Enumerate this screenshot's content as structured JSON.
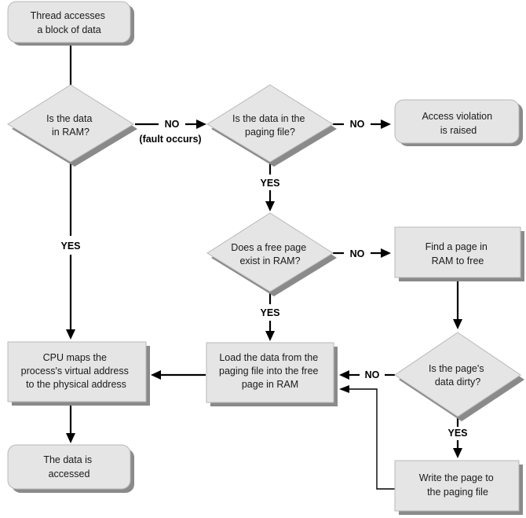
{
  "nodes": {
    "start": [
      "Thread accesses",
      "a block of data"
    ],
    "in_ram": [
      "Is the data",
      "in RAM?"
    ],
    "in_paging_file": [
      "Is the data in the",
      "paging file?"
    ],
    "access_violation": [
      "Access violation",
      "is raised"
    ],
    "free_page_exists": [
      "Does a free page",
      "exist in RAM?"
    ],
    "find_page": [
      "Find a page in",
      "RAM to free"
    ],
    "cpu_maps": [
      "CPU maps the",
      "process's virtual address",
      "to the physical address"
    ],
    "load_data": [
      "Load the data from the",
      "paging file into the free",
      "page in RAM"
    ],
    "page_dirty": [
      "Is the page's",
      "data dirty?"
    ],
    "accessed": [
      "The data is",
      "accessed"
    ],
    "write_page": [
      "Write the page to",
      "the paging file"
    ]
  },
  "edge_labels": {
    "no": "NO",
    "yes": "YES",
    "fault_occurs": "(fault occurs)"
  },
  "colors": {
    "shape_fill": "#e5e5e5",
    "shadow": "#8a8a8a",
    "arrow": "#000000"
  }
}
